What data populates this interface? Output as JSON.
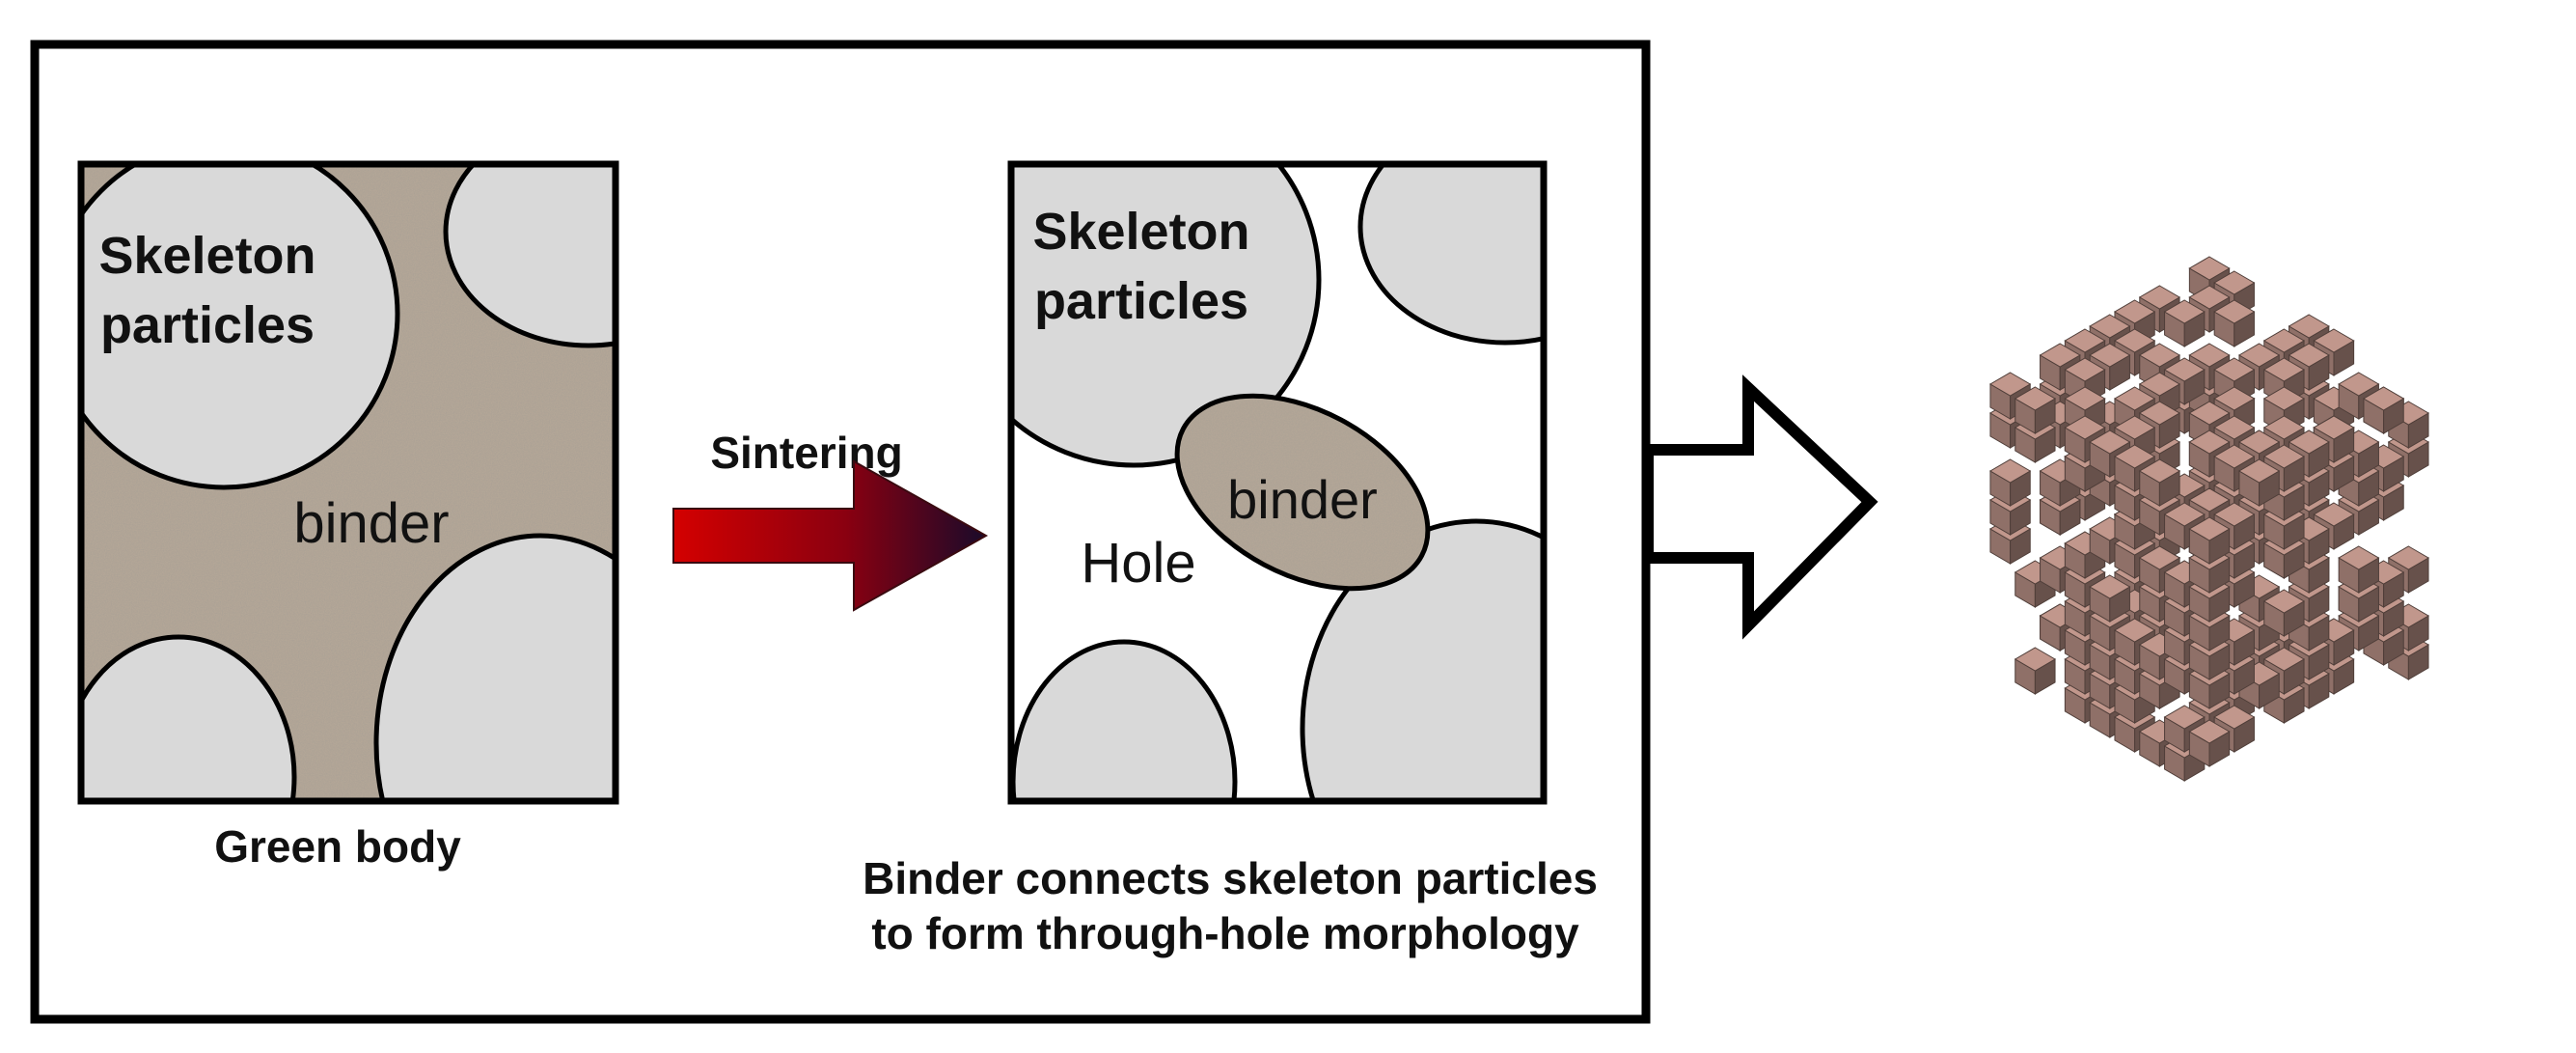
{
  "panel_left": {
    "particle_label_line1": "Skeleton",
    "particle_label_line2": "particles",
    "binder_label": "binder",
    "caption": "Green body"
  },
  "process_arrow": {
    "label": "Sintering"
  },
  "panel_right": {
    "particle_label_line1": "Skeleton",
    "particle_label_line2": "particles",
    "binder_label": "binder",
    "hole_label": "Hole",
    "caption_line1": "Binder connects skeleton particles",
    "caption_line2": "to form through-hole morphology"
  },
  "colors": {
    "particle_fill": "#d9d9d9",
    "binder_fill": "#a39585",
    "structure_fill": "#8f7068",
    "arrow_start": "#d40000",
    "arrow_end": "#1a0a2a"
  },
  "icons": [
    "outline-arrow-right-icon",
    "gradient-arrow-right-icon",
    "porous-3d-structure"
  ]
}
